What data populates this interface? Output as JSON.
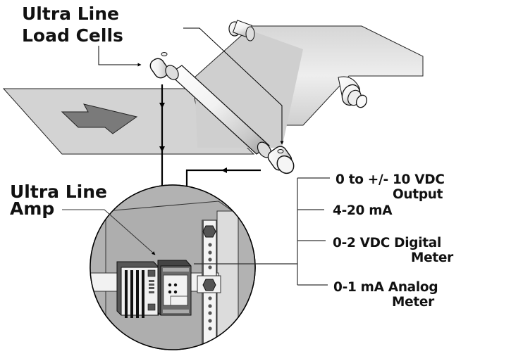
{
  "title": "Ultra Line load cell tension measurement system",
  "labels": {
    "load_cells": {
      "line1": "Ultra Line",
      "line2": "Load Cells"
    },
    "amp": {
      "line1": "Ultra Line",
      "line2": "Amp"
    }
  },
  "outputs": [
    {
      "line1": "0 to +/- 10 VDC",
      "line2": "Output"
    },
    {
      "line1": "4-20 mA",
      "line2": ""
    },
    {
      "line1": "0-2 VDC Digital",
      "line2": "Meter"
    },
    {
      "line1": "0-1 mA Analog",
      "line2": "Meter"
    }
  ],
  "colors": {
    "web_sheet": "#d4d4d4",
    "direction_arrow": "#7a7a7a",
    "panel_bg": "#b0b0b0",
    "amp_body": "#5a5a5a",
    "line": "#000000",
    "roller": "#e8e8e8"
  },
  "icons": {
    "web_direction": "arrow-right-icon",
    "load_cell": "load-cell-icon",
    "roller": "roller-icon",
    "amplifier": "amplifier-module-icon"
  }
}
